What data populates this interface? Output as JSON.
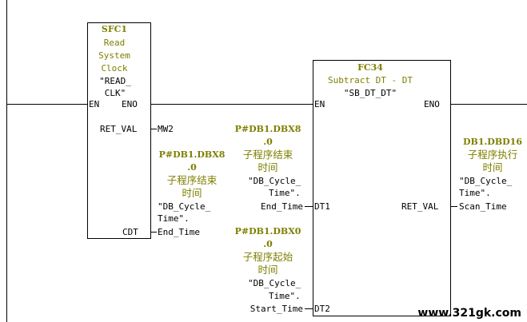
{
  "colors": {
    "annotation": "#7f7f00",
    "line": "#000000",
    "background": "#ffffff"
  },
  "sfc1": {
    "name": "SFC1",
    "desc": [
      "Read",
      "System",
      "Clock"
    ],
    "symbol": [
      "\"READ_",
      "CLK\""
    ],
    "pin_en": "EN",
    "pin_eno": "ENO",
    "pin_ret_val": "RET_VAL",
    "pin_cdt": "CDT",
    "ret_val_operand": "MW2",
    "cdt_operand": "End_Time",
    "cdt_annot_addr": [
      "P#DB1.DBX8",
      ".0"
    ],
    "cdt_annot_comment": [
      "子程序结束",
      "时间"
    ],
    "cdt_annot_symbol": [
      "\"DB_Cycle_",
      "Time\"."
    ]
  },
  "fc34": {
    "name": "FC34",
    "desc": "Subtract DT - DT",
    "symbol": "\"SB_DT_DT\"",
    "pin_en": "EN",
    "pin_eno": "ENO",
    "pin_dt1": "DT1",
    "pin_dt2": "DT2",
    "pin_ret_val": "RET_VAL",
    "dt1_annot_addr": [
      "P#DB1.DBX8",
      ".0"
    ],
    "dt1_annot_comment": [
      "子程序结束",
      "时间"
    ],
    "dt1_annot_symbol": [
      "\"DB_Cycle_",
      "Time\"."
    ],
    "dt1_operand": "End_Time",
    "dt2_annot_addr": [
      "P#DB1.DBX0",
      ".0"
    ],
    "dt2_annot_comment": [
      "子程序起始",
      "时间"
    ],
    "dt2_annot_symbol": [
      "\"DB_Cycle_",
      "Time\"."
    ],
    "dt2_operand": "Start_Time",
    "ret_annot_addr": "DB1.DBD16",
    "ret_annot_comment": [
      "子程序执行",
      "时间"
    ],
    "ret_annot_symbol": [
      "\"DB_Cycle_",
      "Time\"."
    ],
    "ret_operand": "Scan_Time"
  },
  "watermark": "www.321gk.com"
}
